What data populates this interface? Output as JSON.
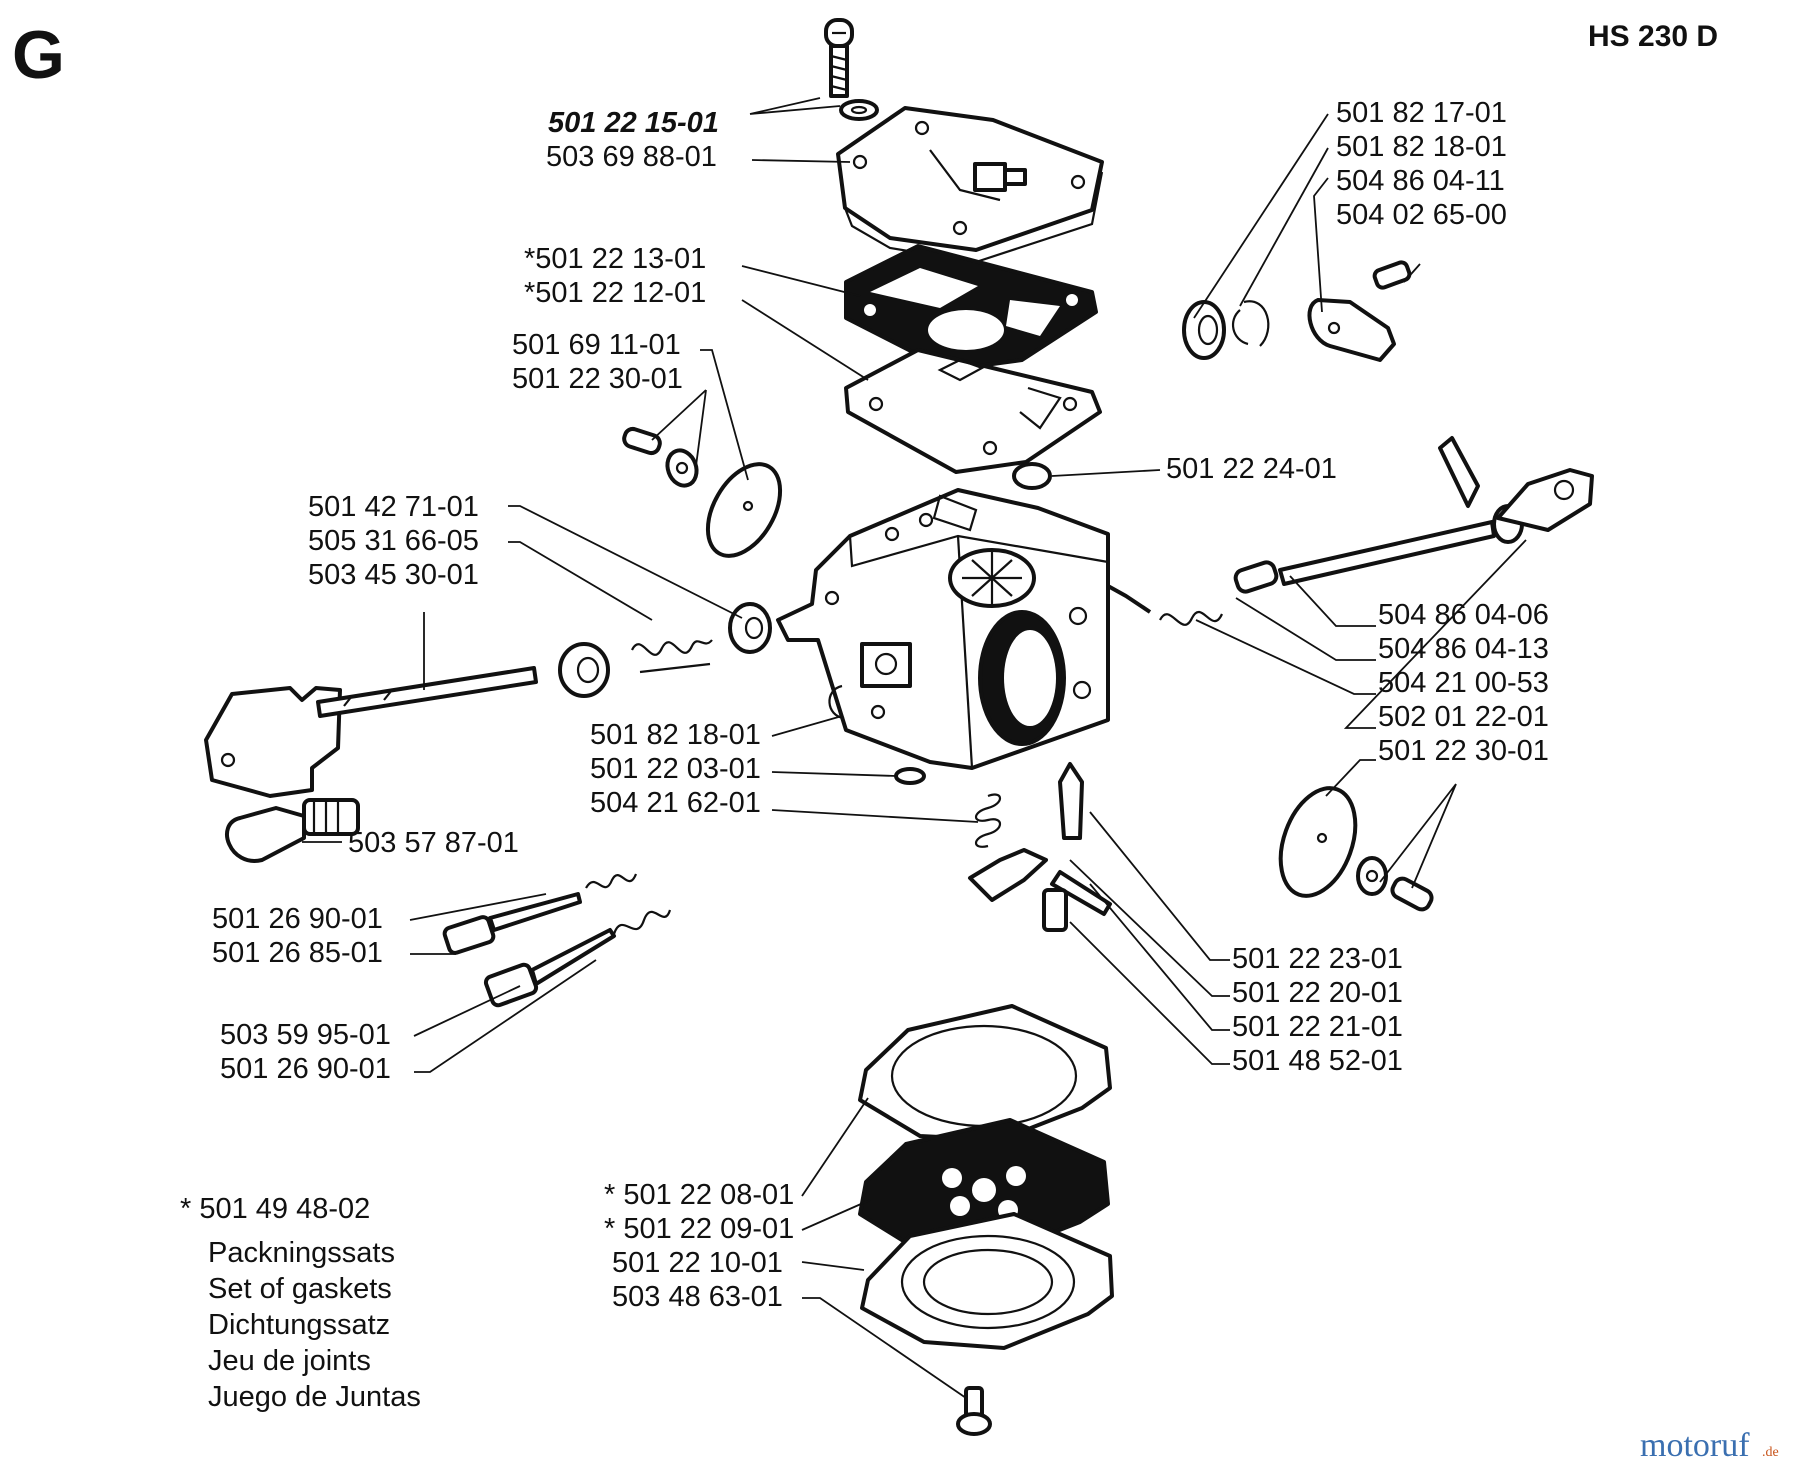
{
  "section_letter": "G",
  "model": "HS 230 D",
  "part_numbers": {
    "cover_screw": "501 22 15-01",
    "pump_cover": "503 69 88-01",
    "pump_gasket": "*501 22 13-01",
    "pump_diaphragm": "*501 22 12-01",
    "screw_left": "501 69 11-01",
    "plate_left": "501 22 30-01",
    "washer_tr": "501 82 17-01",
    "circlip_tr": "501 82 18-01",
    "lever_tr": "504 86 04-11",
    "screw_tr": "504 02 65-00",
    "screen": "501 22 24-01",
    "bushing": "501 42 71-01",
    "spring_throttle": "505 31 66-05",
    "throttle_shaft": "503 45 30-01",
    "choke_shaft_a": "504 86 04-06",
    "choke_shaft_b": "504 86 04-13",
    "spring_choke": "504 21 00-53",
    "detent": "502 01 22-01",
    "plate_right": "501 22 30-01",
    "circlip_mid": "501 82 18-01",
    "oring": "501 22 03-01",
    "spring_needle": "504 21 62-01",
    "knob": "503 57 87-01",
    "needle_high": "501 26 90-01",
    "needle_low": "501 26 85-01",
    "spring_a": "503 59 95-01",
    "spring_b": "501 26 90-01",
    "inlet_needle": "501 22 23-01",
    "lever_arm": "501 22 20-01",
    "pin": "501 22 21-01",
    "lever_screw": "501 48 52-01",
    "gasket_bottom": "* 501 22 08-01",
    "diaphragm_bottom": "* 501 22 09-01",
    "plate_bottom": "501 22 10-01",
    "cover_bottom": "503 48 63-01"
  },
  "kit": {
    "number": "* 501 49 48-02",
    "names": [
      "Packningssats",
      "Set of gaskets",
      "Dichtungssatz",
      "Jeu de joints",
      "Juego de Juntas"
    ]
  },
  "watermark": {
    "name": "motoruf",
    "suffix": ".de",
    "accent": "#3a6fb0",
    "accent2": "#c8551c"
  }
}
